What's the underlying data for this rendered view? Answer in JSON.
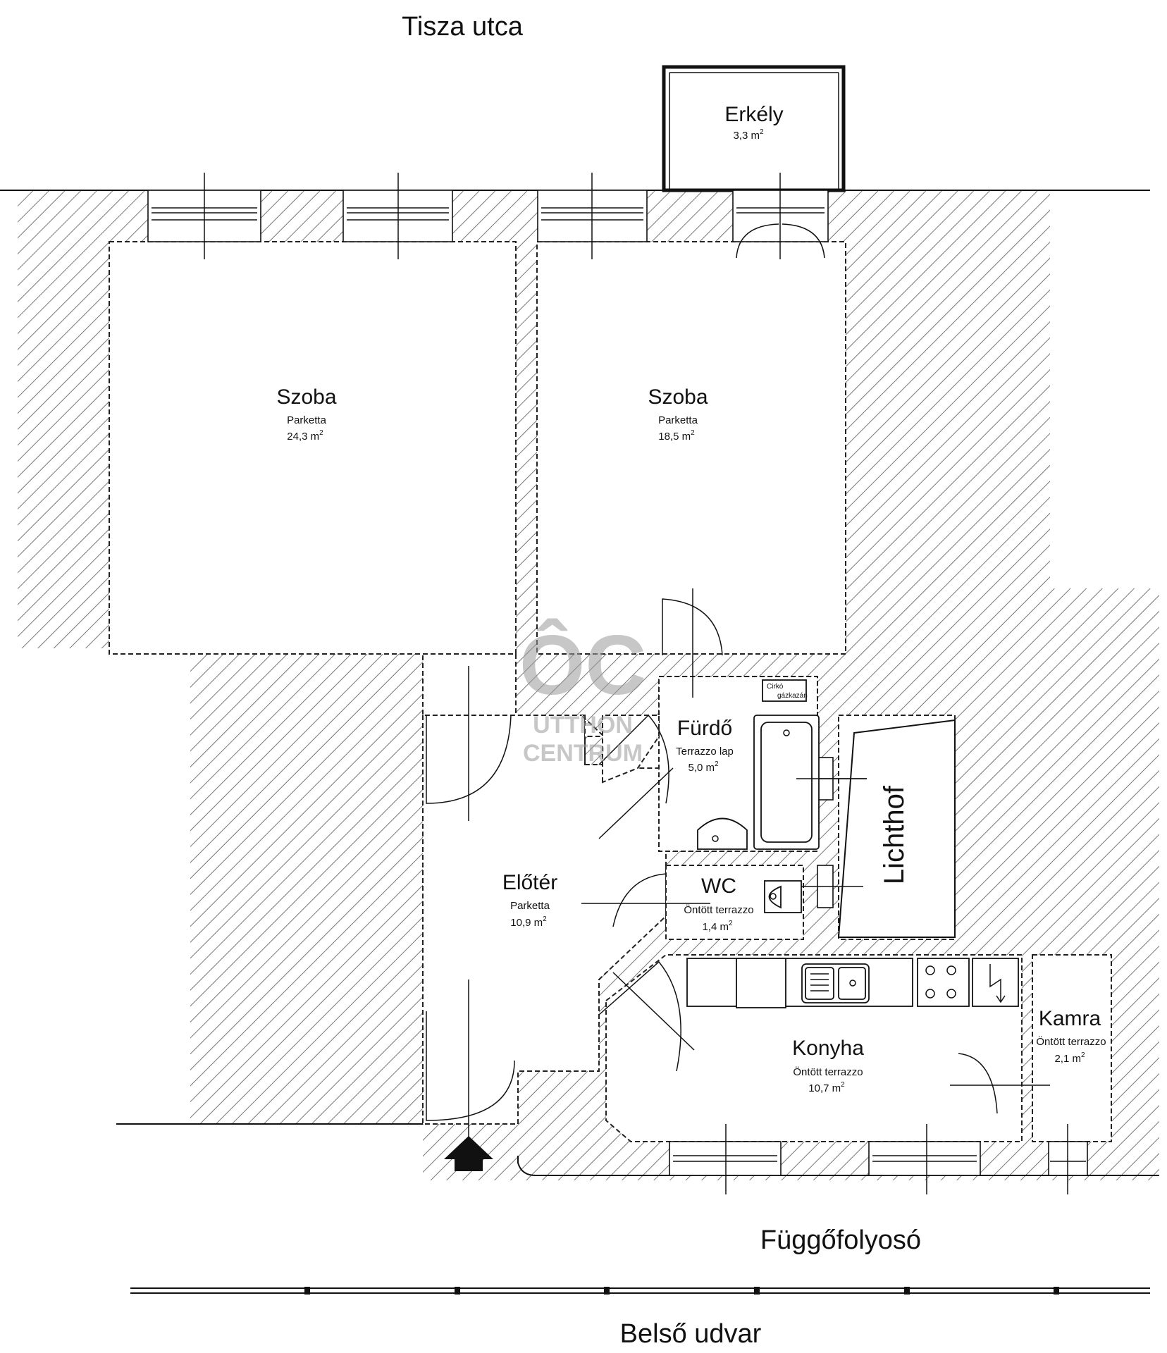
{
  "streets": {
    "top": "Tisza utca",
    "gallery": "Függőfolyosó",
    "courtyard": "Belső udvar"
  },
  "rooms": {
    "szoba1": {
      "name": "Szoba",
      "floor": "Parketta",
      "area": "24,3 m",
      "unit_sup": "2"
    },
    "szoba2": {
      "name": "Szoba",
      "floor": "Parketta",
      "area": "18,5 m",
      "unit_sup": "2"
    },
    "erkely": {
      "name": "Erkély",
      "area": "3,3 m",
      "unit_sup": "2"
    },
    "furdo": {
      "name": "Fürdő",
      "floor": "Terrazzo lap",
      "area": "5,0 m",
      "unit_sup": "2"
    },
    "wc": {
      "name": "WC",
      "floor": "Öntött terrazzo",
      "area": "1,4 m",
      "unit_sup": "2"
    },
    "eloter": {
      "name": "Előtér",
      "floor": "Parketta",
      "area": "10,9 m",
      "unit_sup": "2"
    },
    "konyha": {
      "name": "Konyha",
      "floor": "Öntött terrazzo",
      "area": "10,7 m",
      "unit_sup": "2"
    },
    "kamra": {
      "name": "Kamra",
      "floor": "Öntött terrazzo",
      "area": "2,1 m",
      "unit_sup": "2"
    },
    "lichthof": {
      "name": "Lichthof"
    }
  },
  "fixtures": {
    "boiler_line1": "Cirkó",
    "boiler_line2": "gázkazán"
  },
  "watermark": {
    "line1": "UTTHON",
    "line2": "CENTRUM"
  },
  "colors": {
    "lines": "#111111",
    "watermark": "#9a9a9a"
  }
}
